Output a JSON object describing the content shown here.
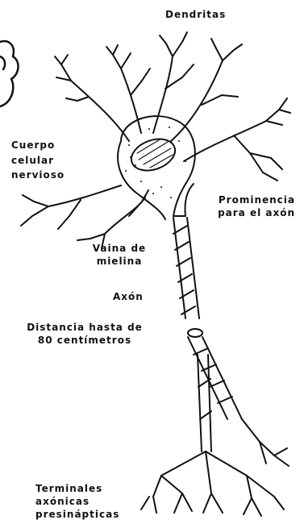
{
  "labels": {
    "dendrites": "Dendritas",
    "cell_body": [
      "Cuerpo",
      "celular",
      "nervioso"
    ],
    "axon_hillock": [
      "Prominencia",
      "para el axón"
    ],
    "myelin_sheath": [
      "Vaina de",
      "mielina"
    ],
    "axon": "Axón",
    "distance": [
      "Distancia hasta de",
      "80 centímetros"
    ],
    "terminals": [
      "Terminales",
      "axónicas",
      "presinápticas"
    ]
  },
  "colors": {
    "ink": "#111111",
    "background": "#ffffff"
  }
}
